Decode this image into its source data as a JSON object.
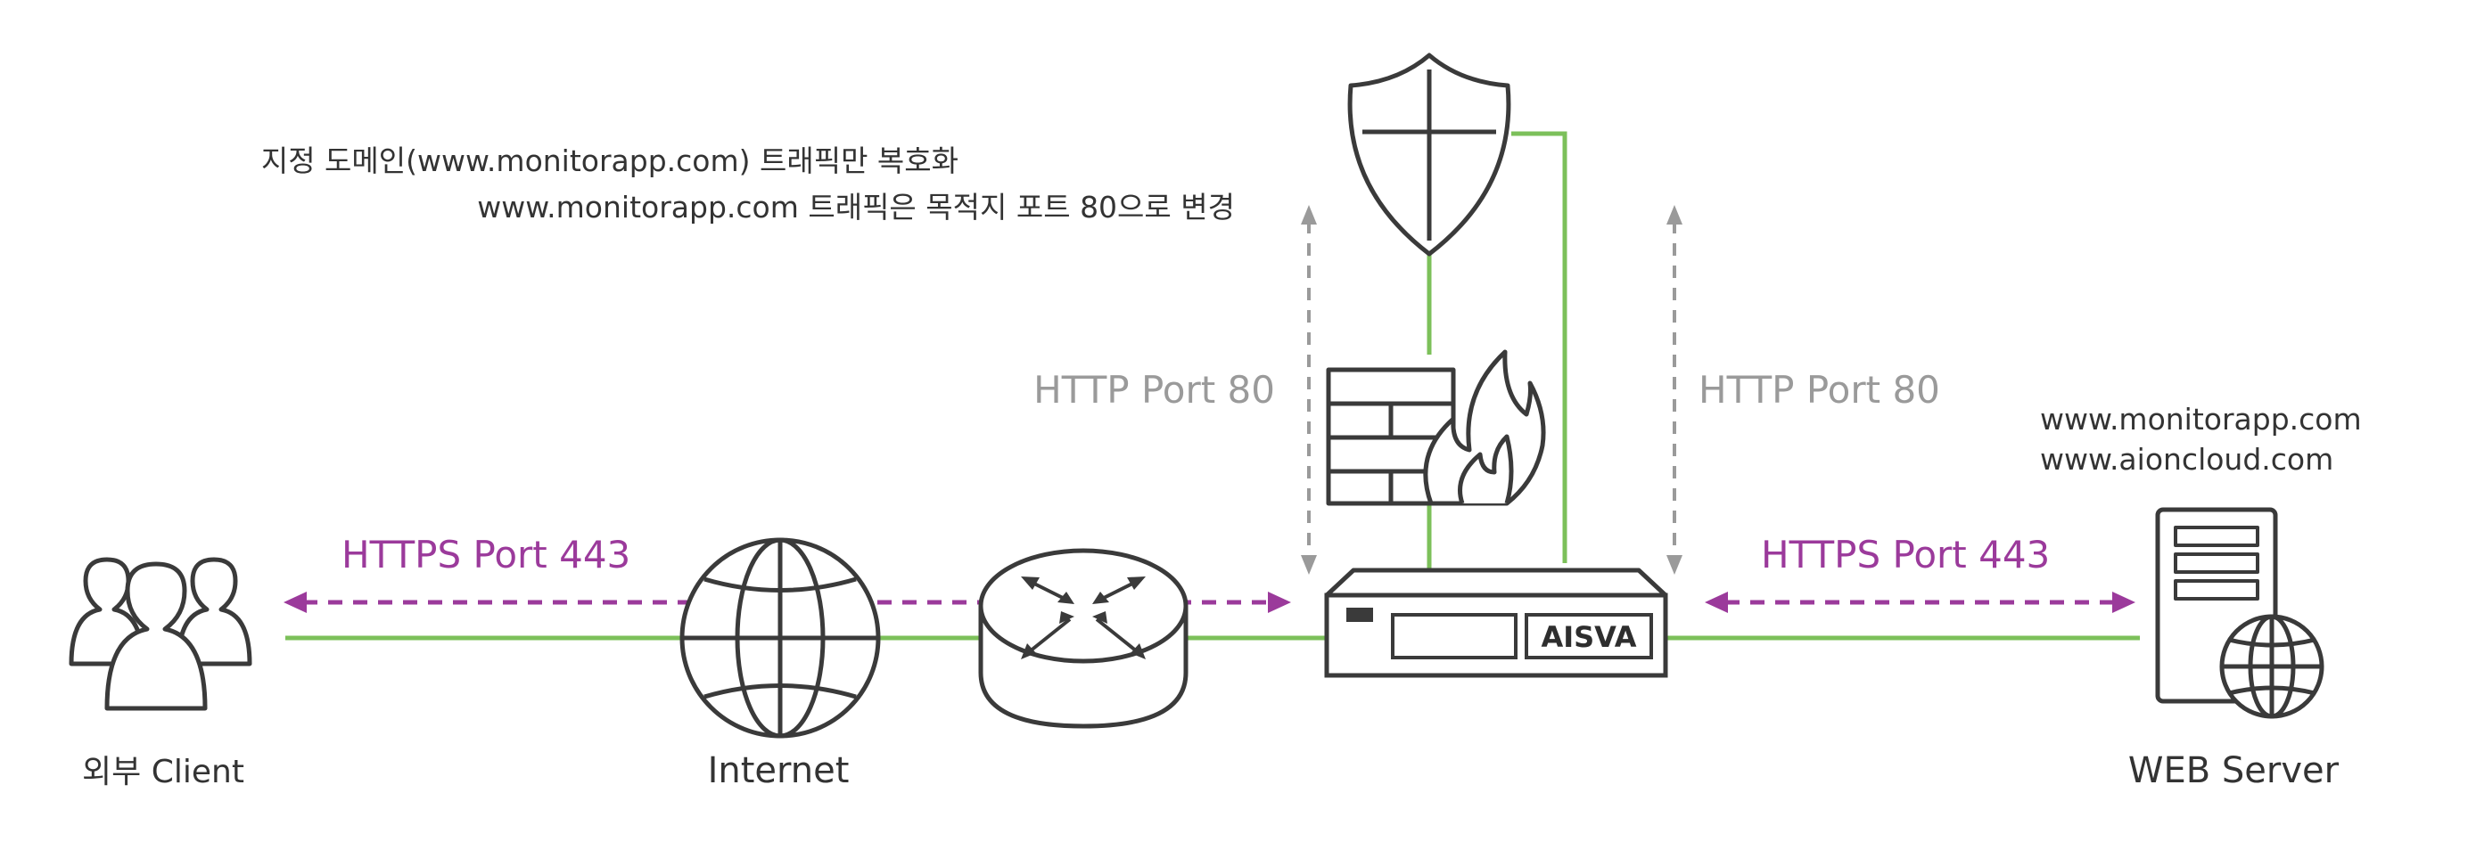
{
  "note": {
    "line1": "지정 도메인(www.monitorapp.com) 트래픽만 복호화",
    "line2": "www.monitorapp.com 트래픽은 목적지 포트 80으로 변경"
  },
  "links": {
    "https_left": "HTTPS Port 443",
    "https_right": "HTTPS Port 443",
    "http_left": "HTTP Port 80",
    "http_right": "HTTP Port 80"
  },
  "nodes": {
    "client": "외부 Client",
    "internet": "Internet",
    "appliance": "AISVA",
    "server": "WEB Server"
  },
  "server_domains": [
    "www.monitorapp.com",
    "www.aioncloud.com"
  ],
  "colors": {
    "link_green": "#7cc05a",
    "https_purple": "#9b3a9b",
    "http_gray": "#9a9a9a",
    "outline": "#3a3a3a"
  }
}
